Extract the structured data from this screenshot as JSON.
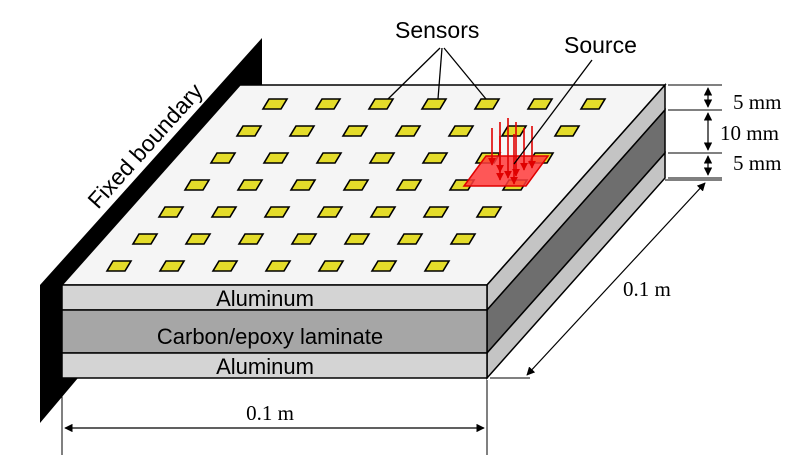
{
  "labels": {
    "sensors": "Sensors",
    "source": "Source",
    "fixed_boundary": "Fixed boundary",
    "layer_top": "Aluminum",
    "layer_middle": "Carbon/epoxy laminate",
    "layer_bottom": "Aluminum",
    "thickness_top": "5 mm",
    "thickness_middle": "10 mm",
    "thickness_bottom": "5 mm",
    "width": "0.1 m",
    "depth": "0.1 m"
  },
  "sensor_grid": {
    "rows": 7,
    "columns": 7
  },
  "colors": {
    "plate_top": "#f5f5f5",
    "aluminum_face": "#d4d4d4",
    "laminate_face": "#a6a6a6",
    "aluminum_side": "#c4c4c4",
    "laminate_side": "#6e6e6e",
    "sensor_fill": "#e4dc2a",
    "source_fill": "#ff3b3b",
    "boundary_wall": "#000000"
  }
}
